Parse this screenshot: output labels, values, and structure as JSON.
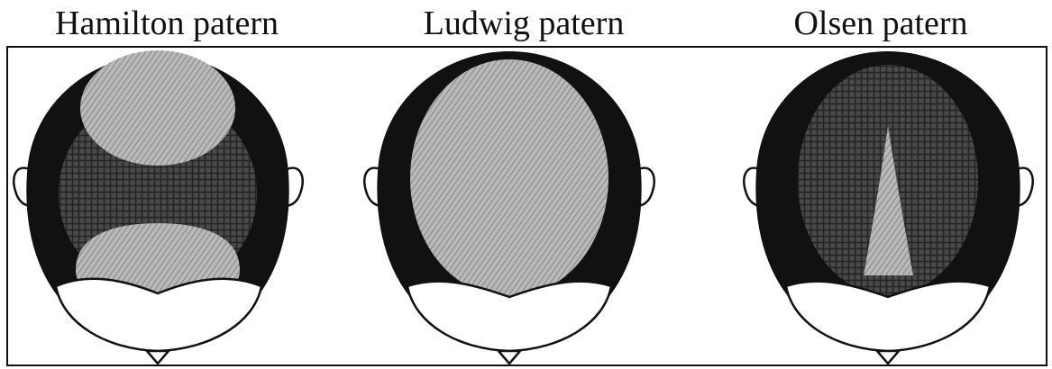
{
  "titles": {
    "hamilton": "Hamilton patern",
    "ludwig": "Ludwig patern",
    "olsen": "Olsen patern"
  },
  "colors": {
    "hair": "#111111",
    "thinning_dark": "#3a3a3a",
    "bald_light": "#b4b4b4",
    "skin": "#ffffff",
    "outline": "#111111"
  }
}
